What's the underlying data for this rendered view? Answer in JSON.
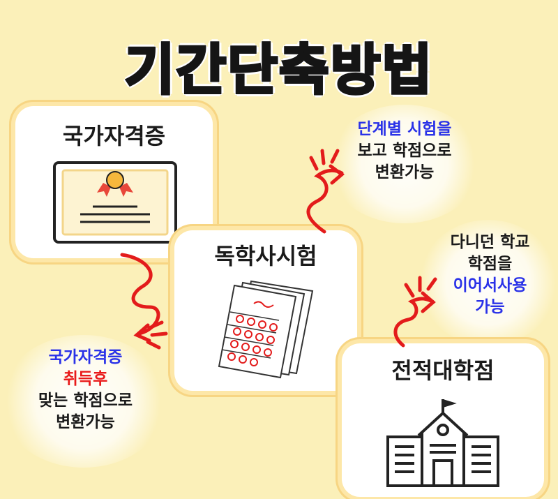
{
  "title": "기간단축방법",
  "cards": {
    "certificate": {
      "title": "국가자격증",
      "icon": "certificate-icon"
    },
    "selfstudy": {
      "title": "독학사시험",
      "icon": "exam-paper-icon"
    },
    "transfer": {
      "title": "전적대학점",
      "icon": "school-building-icon"
    }
  },
  "notes": {
    "certificate": [
      "국가자격증",
      "취득후",
      "맞는 학점으로",
      "변환가능"
    ],
    "selfstudy": [
      "단계별 시험을",
      "보고 학점으로",
      "변환가능"
    ],
    "transfer": [
      "다니던 학교",
      "학점을",
      "이어서사용",
      "가능"
    ]
  },
  "colors": {
    "background": "#fbf0b9",
    "blue": "#2a32e8",
    "red": "#e91a1a",
    "arrow": "#e31b1b"
  }
}
